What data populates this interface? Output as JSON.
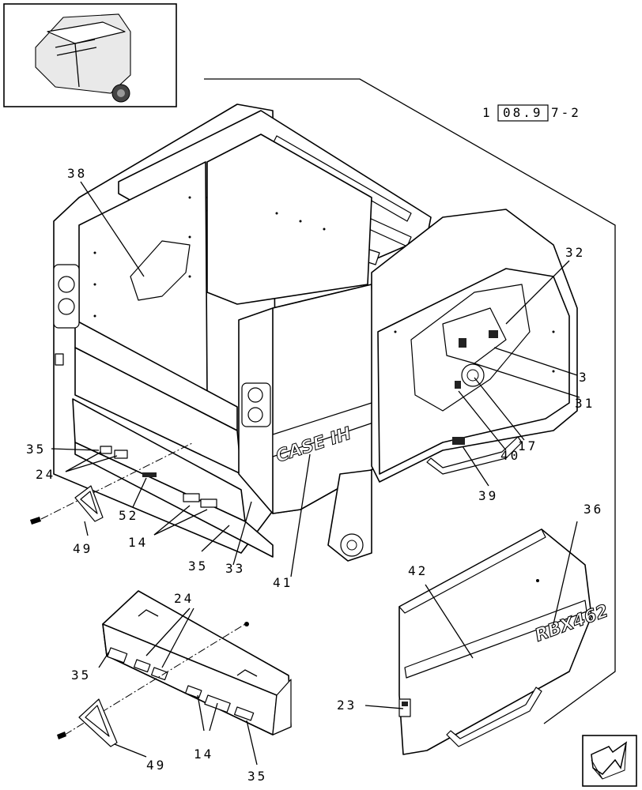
{
  "reference": {
    "prefix": "1",
    "boxed": "08.9",
    "suffix": "7-2"
  },
  "brand": {
    "logo_text": "CASE IH",
    "model_text": "RBX462"
  },
  "callouts": {
    "c38": "38",
    "c32": "32",
    "c3": "3",
    "c31": "31",
    "c17": "17",
    "c40": "40",
    "c39": "39",
    "c35a": "35",
    "c24a": "24",
    "c52": "52",
    "c49a": "49",
    "c14a": "14",
    "c35b": "35",
    "c33": "33",
    "c41": "41",
    "c36": "36",
    "c42": "42",
    "c24b": "24",
    "c35c": "35",
    "c14b": "14",
    "c49b": "49",
    "c35d": "35",
    "c23": "23"
  },
  "icons": {
    "overview": "baler-overview-thumbnail-icon",
    "nav": "next-page-arrow-icon"
  }
}
